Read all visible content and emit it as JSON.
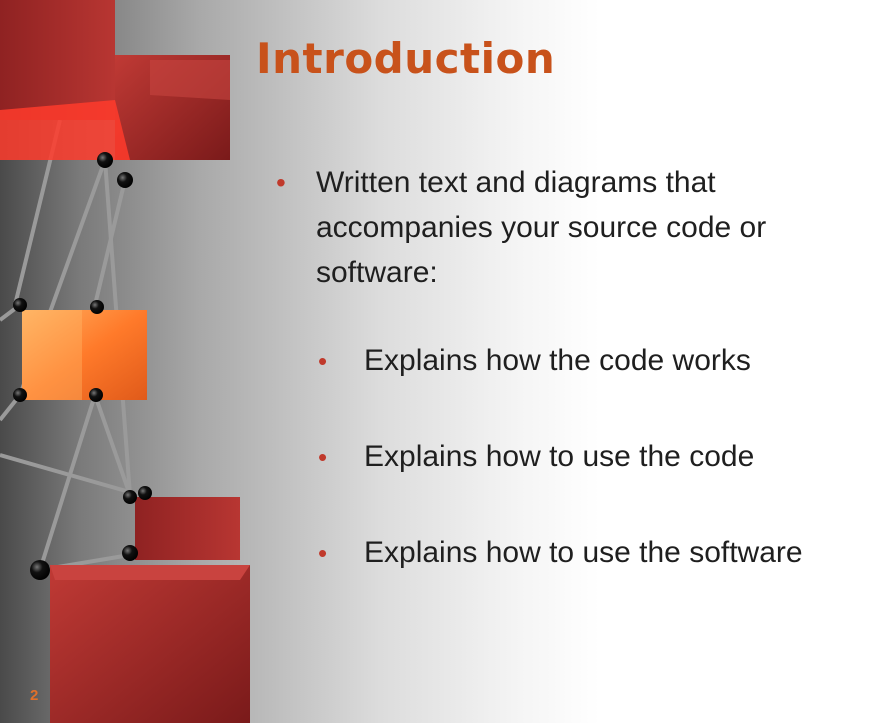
{
  "slide": {
    "title": "Introduction",
    "bullets": [
      {
        "level": 1,
        "text": "Written text and diagrams that accompanies your source code or software:"
      },
      {
        "level": 2,
        "text": "Explains how the code works"
      },
      {
        "level": 2,
        "text": "Explains how to use the code"
      },
      {
        "level": 2,
        "text": "Explains how to use the software"
      }
    ],
    "bullet_glyph": "•",
    "slide_number": "2"
  },
  "colors": {
    "title": "#c8521b",
    "bullet": "#c0392b",
    "text": "#1f1f1f",
    "cube_red": "#a82a2a",
    "cube_glow": "#ff8a3a"
  }
}
